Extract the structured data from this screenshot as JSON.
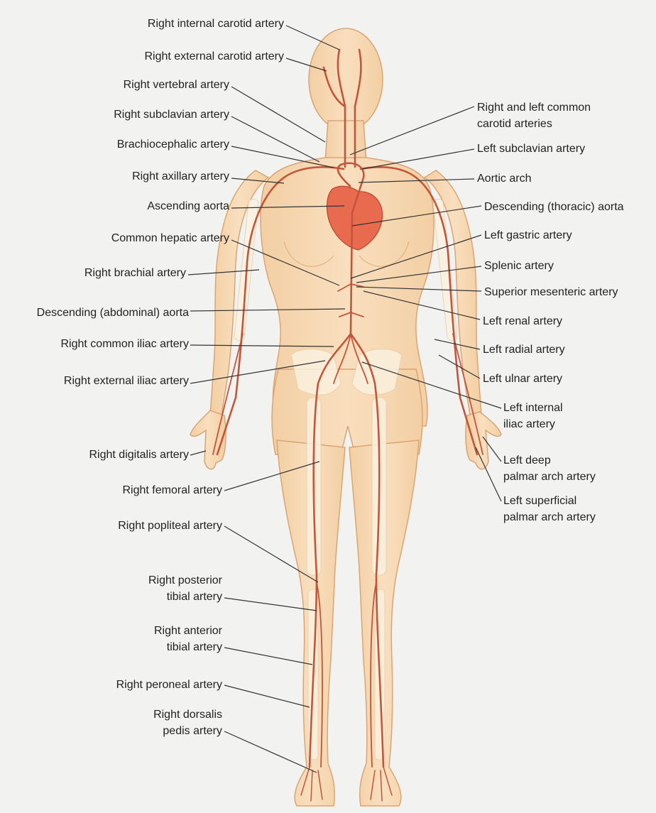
{
  "left_labels": [
    {
      "id": "ric",
      "text": "Right internal carotid artery"
    },
    {
      "id": "rec",
      "text": "Right external carotid artery"
    },
    {
      "id": "rva",
      "text": "Right vertebral artery"
    },
    {
      "id": "rsa",
      "text": "Right subclavian artery"
    },
    {
      "id": "bca",
      "text": "Brachiocephalic artery"
    },
    {
      "id": "raa",
      "text": "Right axillary artery"
    },
    {
      "id": "asc",
      "text": "Ascending aorta"
    },
    {
      "id": "cha",
      "text": "Common hepatic artery"
    },
    {
      "id": "rba",
      "text": "Right brachial artery"
    },
    {
      "id": "daa",
      "text": "Descending (abdominal) aorta"
    },
    {
      "id": "rci",
      "text": "Right common iliac artery"
    },
    {
      "id": "rei",
      "text": "Right external iliac artery"
    },
    {
      "id": "rdg",
      "text": "Right digitalis artery"
    },
    {
      "id": "rfa",
      "text": "Right femoral artery"
    },
    {
      "id": "rpa",
      "text": "Right popliteal artery"
    },
    {
      "id": "rpt",
      "text": "Right posterior\ntibial artery"
    },
    {
      "id": "rat",
      "text": "Right anterior\ntibial artery"
    },
    {
      "id": "rpe",
      "text": "Right peroneal artery"
    },
    {
      "id": "rdp",
      "text": "Right dorsalis\npedis artery"
    }
  ],
  "right_labels": [
    {
      "id": "lcc",
      "text": "Right and left common\ncarotid arteries"
    },
    {
      "id": "lsa",
      "text": "Left subclavian artery"
    },
    {
      "id": "aar",
      "text": "Aortic arch"
    },
    {
      "id": "dta",
      "text": "Descending (thoracic) aorta"
    },
    {
      "id": "lga",
      "text": "Left gastric artery"
    },
    {
      "id": "spa",
      "text": "Splenic artery"
    },
    {
      "id": "sma",
      "text": "Superior mesenteric artery"
    },
    {
      "id": "lra",
      "text": "Left renal artery"
    },
    {
      "id": "lrd",
      "text": "Left radial artery"
    },
    {
      "id": "lua",
      "text": "Left ulnar artery"
    },
    {
      "id": "lii",
      "text": "Left internal\niliac artery"
    },
    {
      "id": "ldp",
      "text": "Left deep\npalmar arch artery"
    },
    {
      "id": "lsp",
      "text": "Left superficial\npalmar arch artery"
    }
  ],
  "colors": {
    "background": "#f2f2f0",
    "skin": "#f7d9b3",
    "skin_outline": "#d9a575",
    "bone": "#fbf1df",
    "artery": "#c5553a",
    "heart": "#e86a4f",
    "leader": "#333333",
    "text": "#222222"
  }
}
